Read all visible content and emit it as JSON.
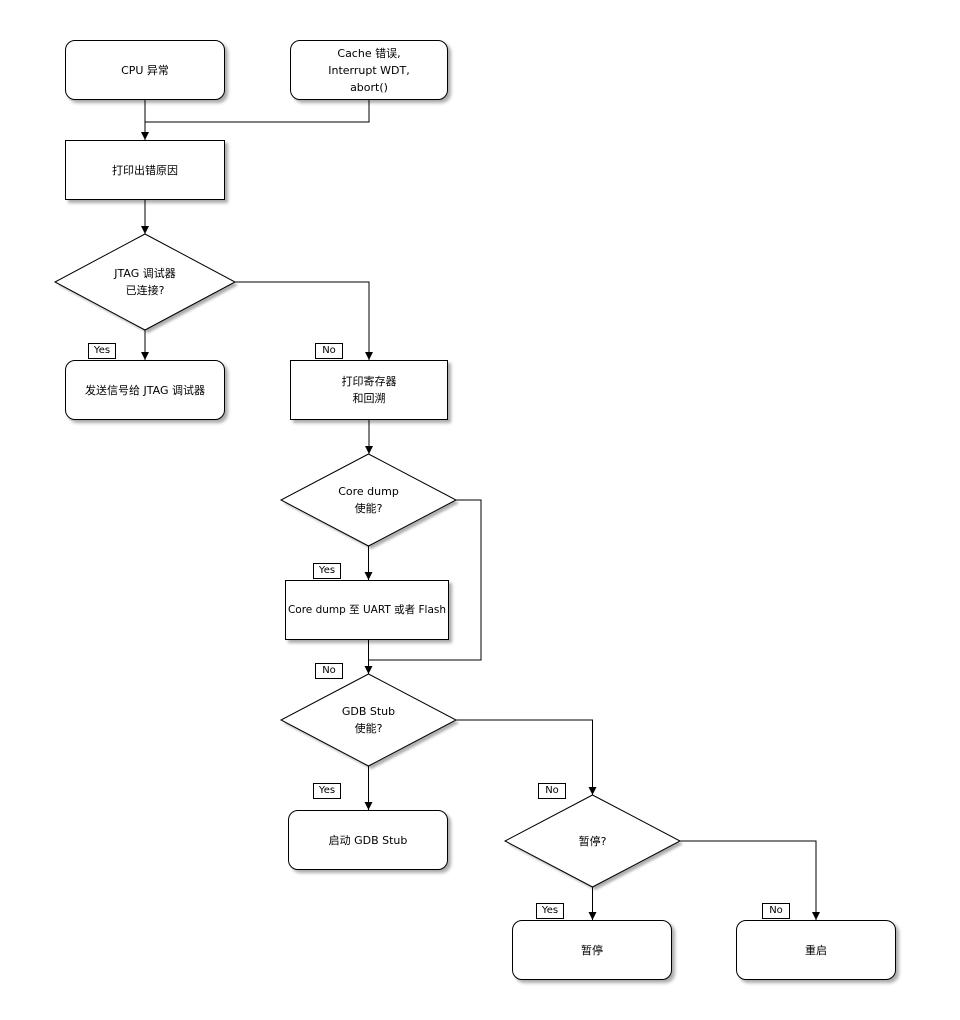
{
  "diagram": {
    "background": "#ffffff",
    "stroke_color": "#000000",
    "node_fill": "#ffffff",
    "shadow_color": "rgba(0,0,0,0.33)",
    "nodes": {
      "cpu_exception": {
        "type": "rounded",
        "label": "CPU 异常"
      },
      "cache_error": {
        "type": "rounded",
        "lines": [
          "Cache 错误,",
          "Interrupt WDT,",
          "abort()"
        ]
      },
      "print_cause": {
        "type": "rect",
        "label": "打印出错原因"
      },
      "jtag_connected": {
        "type": "decision",
        "lines": [
          "JTAG 调试器",
          "已连接?"
        ]
      },
      "send_signal_jtag": {
        "type": "rounded",
        "label": "发送信号给 JTAG 调试器"
      },
      "print_registers": {
        "type": "rect",
        "lines": [
          "打印寄存器",
          "和回溯"
        ]
      },
      "core_dump_enabled": {
        "type": "decision",
        "lines": [
          "Core dump",
          "使能?"
        ]
      },
      "core_dump_uart_flash": {
        "type": "rect",
        "label": "Core dump 至 UART 或者 Flash"
      },
      "gdb_stub_enabled": {
        "type": "decision",
        "lines": [
          "GDB Stub",
          "使能?"
        ]
      },
      "start_gdb_stub": {
        "type": "rounded",
        "label": "启动 GDB Stub"
      },
      "halt_question": {
        "type": "decision",
        "label": "暂停?"
      },
      "halt": {
        "type": "rounded",
        "label": "暂停"
      },
      "reboot": {
        "type": "rounded",
        "label": "重启"
      }
    },
    "edges": [
      {
        "from": "cpu_exception",
        "to": "print_cause",
        "label": ""
      },
      {
        "from": "cache_error",
        "to": "print_cause",
        "label": ""
      },
      {
        "from": "print_cause",
        "to": "jtag_connected",
        "label": ""
      },
      {
        "from": "jtag_connected",
        "to": "send_signal_jtag",
        "label": "Yes"
      },
      {
        "from": "jtag_connected",
        "to": "print_registers",
        "label": "No"
      },
      {
        "from": "print_registers",
        "to": "core_dump_enabled",
        "label": ""
      },
      {
        "from": "core_dump_enabled",
        "to": "core_dump_uart_flash",
        "label": "Yes"
      },
      {
        "from": "core_dump_enabled",
        "to": "gdb_stub_enabled",
        "label": "No"
      },
      {
        "from": "core_dump_uart_flash",
        "to": "gdb_stub_enabled",
        "label": ""
      },
      {
        "from": "gdb_stub_enabled",
        "to": "start_gdb_stub",
        "label": "Yes"
      },
      {
        "from": "gdb_stub_enabled",
        "to": "halt_question",
        "label": "No"
      },
      {
        "from": "halt_question",
        "to": "halt",
        "label": "Yes"
      },
      {
        "from": "halt_question",
        "to": "reboot",
        "label": "No"
      }
    ]
  }
}
